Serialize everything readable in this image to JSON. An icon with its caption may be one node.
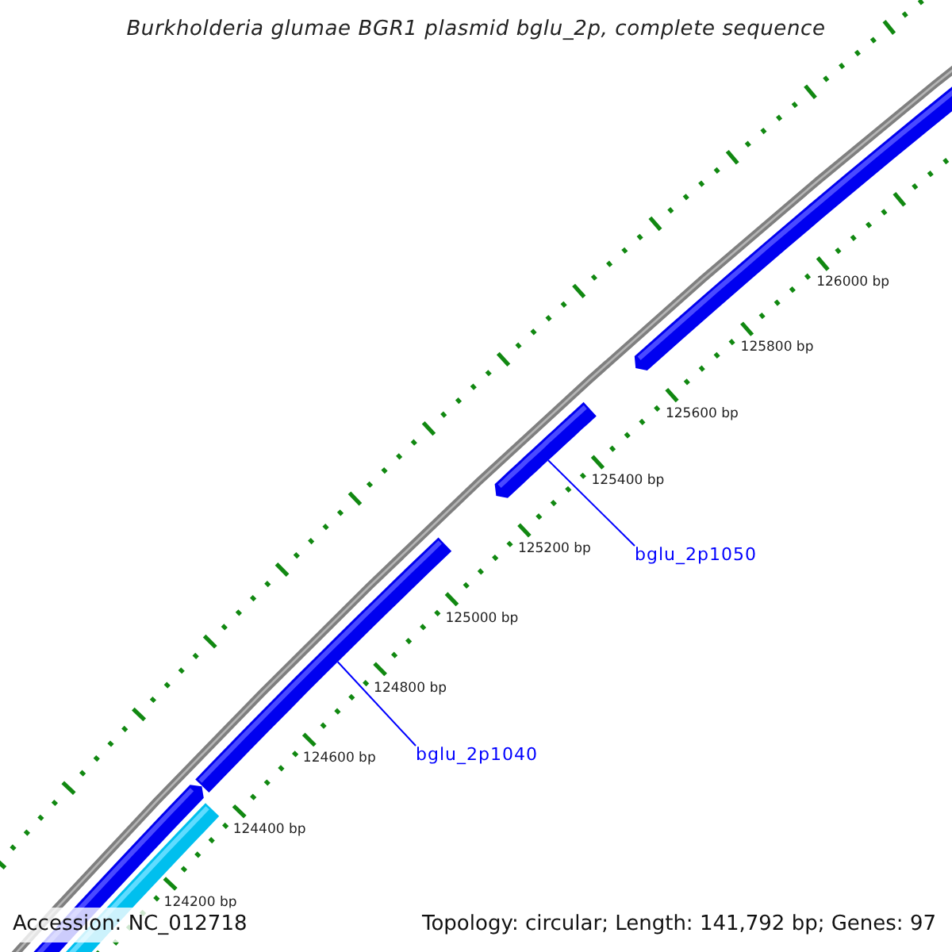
{
  "diagram": {
    "title": "Burkholderia glumae BGR1 plasmid bglu_2p, complete sequence",
    "nodes": [
      {
        "text": [
          "bglu_2p1050"
        ]
      },
      {
        "text": [],
        "shape": "bar"
      },
      {
        "text": [
          "bglu_2p1040"
        ]
      },
      {
        "text": [],
        "shape": "bar"
      }
    ],
    "edges": [
      {
        "from": 0,
        "to": 1,
        "arrow": "none"
      },
      {
        "from": 2,
        "to": 3,
        "arrow": "none"
      }
    ],
    "labels": [
      "126000 bp",
      "125800 bp",
      "125600 bp",
      "125400 bp",
      "125200 bp",
      "125000 bp",
      "124800 bp",
      "124600 bp",
      "124400 bp",
      "124200 bp",
      "Accession: NC_012718",
      "Topology: circular; Length: 141,792 bp; Genes: 97"
    ]
  }
}
